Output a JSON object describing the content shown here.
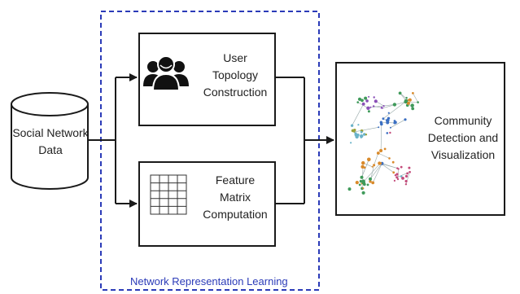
{
  "diagram": {
    "source": {
      "line1": "Social Network",
      "line2": "Data"
    },
    "group_caption": "Network Representation Learning",
    "topology_box": {
      "line1": "User",
      "line2": "Topology",
      "line3": "Construction",
      "icon": "users-icon"
    },
    "feature_box": {
      "line1": "Feature",
      "line2": "Matrix",
      "line3": "Computation",
      "icon": "grid-icon"
    },
    "output_box": {
      "line1": "Community",
      "line2": "Detection and",
      "line3": "Visualization",
      "icon": "network-graph-icon"
    },
    "colors": {
      "stroke": "#1a1a1a",
      "dashed_frame": "#2b3bb8",
      "caption": "#2b3bb8"
    }
  }
}
